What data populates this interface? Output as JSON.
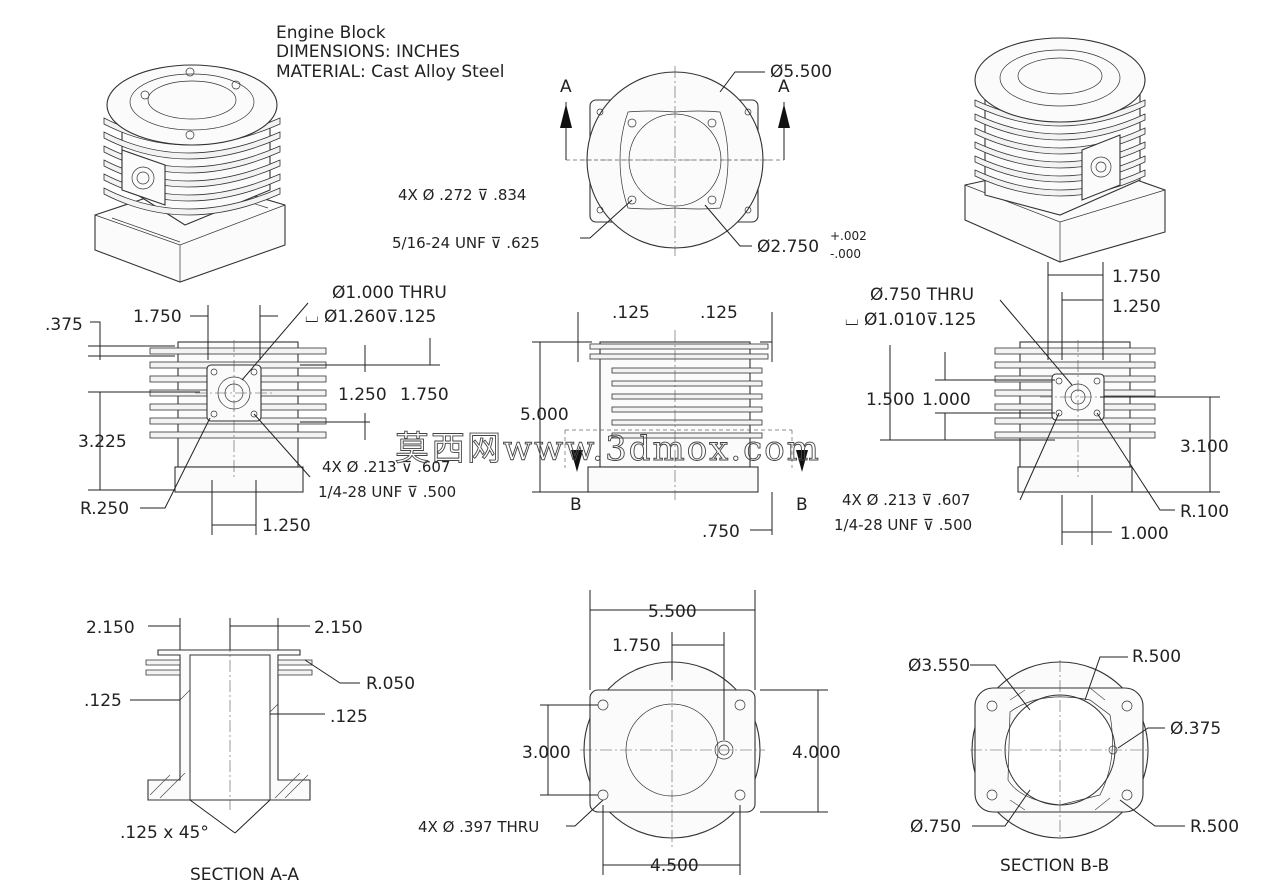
{
  "title_block": {
    "line1": "Engine Block",
    "line2": "DIMENSIONS: INCHES",
    "line3": "MATERIAL: Cast Alloy Steel"
  },
  "top_view": {
    "diameter_outer": "Ø5.500",
    "section_mark": "A",
    "hole_callout_1": "4X  Ø  .272  ⊽  .834",
    "hole_callout_2": "5/16-24 UNF  ⊽  .625",
    "bore_diameter": "Ø2.750",
    "tol_upper": "+.002",
    "tol_lower": "-.000"
  },
  "left_view": {
    "dim_375": ".375",
    "dim_1750": "1.750",
    "thru_1": "Ø1.000 THRU",
    "thru_2": "⌴  Ø1.260⊽.125",
    "dim_1250_v": "1.250",
    "dim_1750_v": "1.750",
    "dim_3225": "3.225",
    "hole_1": "4X  Ø  .213  ⊽  .607",
    "hole_2": "1/4-28 UNF  ⊽  .500",
    "radius": "R.250",
    "dim_1250_h": "1.250"
  },
  "front_view": {
    "dim_125_a": ".125",
    "dim_125_b": ".125",
    "dim_5000": "5.000",
    "section_mark": "B",
    "dim_750": ".750"
  },
  "right_view": {
    "dim_1750": "1.750",
    "dim_1250": "1.250",
    "thru_1": "Ø.750 THRU",
    "thru_2": "⌴  Ø1.010⊽.125",
    "dim_1500": "1.500",
    "dim_1000_v": "1.000",
    "dim_3100": "3.100",
    "hole_1": "4X  Ø  .213  ⊽  .607",
    "hole_2": "1/4-28 UNF  ⊽  .500",
    "radius": "R.100",
    "dim_1000_h": "1.000"
  },
  "section_aa": {
    "dim_left": "2.150",
    "dim_right": "2.150",
    "radius": "R.050",
    "dim_125_left": ".125",
    "dim_125_right": ".125",
    "chamfer": ".125 x 45°",
    "label": "SECTION A-A"
  },
  "bottom_view": {
    "dim_5500": "5.500",
    "dim_1750": "1.750",
    "dim_3000": "3.000",
    "dim_4000": "4.000",
    "hole_callout": "4X  Ø  .397 THRU",
    "dim_4500": "4.500"
  },
  "section_bb": {
    "diameter_1": "Ø3.550",
    "radius_1": "R.500",
    "diameter_2": "Ø.375",
    "diameter_3": "Ø.750",
    "radius_2": "R.500",
    "label": "SECTION B-B"
  },
  "watermark": "莫西网www.3dmox.com"
}
